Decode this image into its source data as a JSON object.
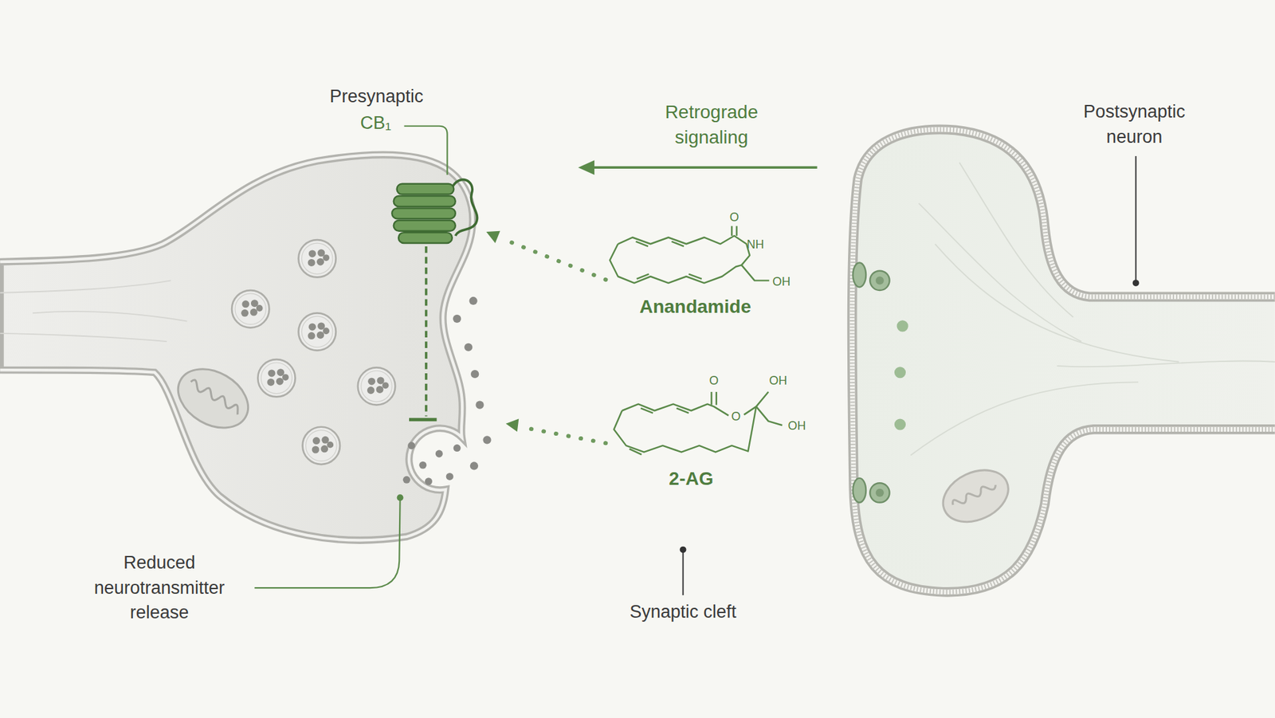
{
  "diagram": {
    "labels": [
      "Presynaptic",
      "CB₁",
      "Retrograde signaling",
      "Postsynaptic neuron",
      "O",
      "NH",
      "OH",
      "Anandamide",
      "O",
      "O",
      "OH",
      "OH",
      "2-AG",
      "Reduced neurotransmitter release",
      "Synaptic cleft"
    ]
  }
}
